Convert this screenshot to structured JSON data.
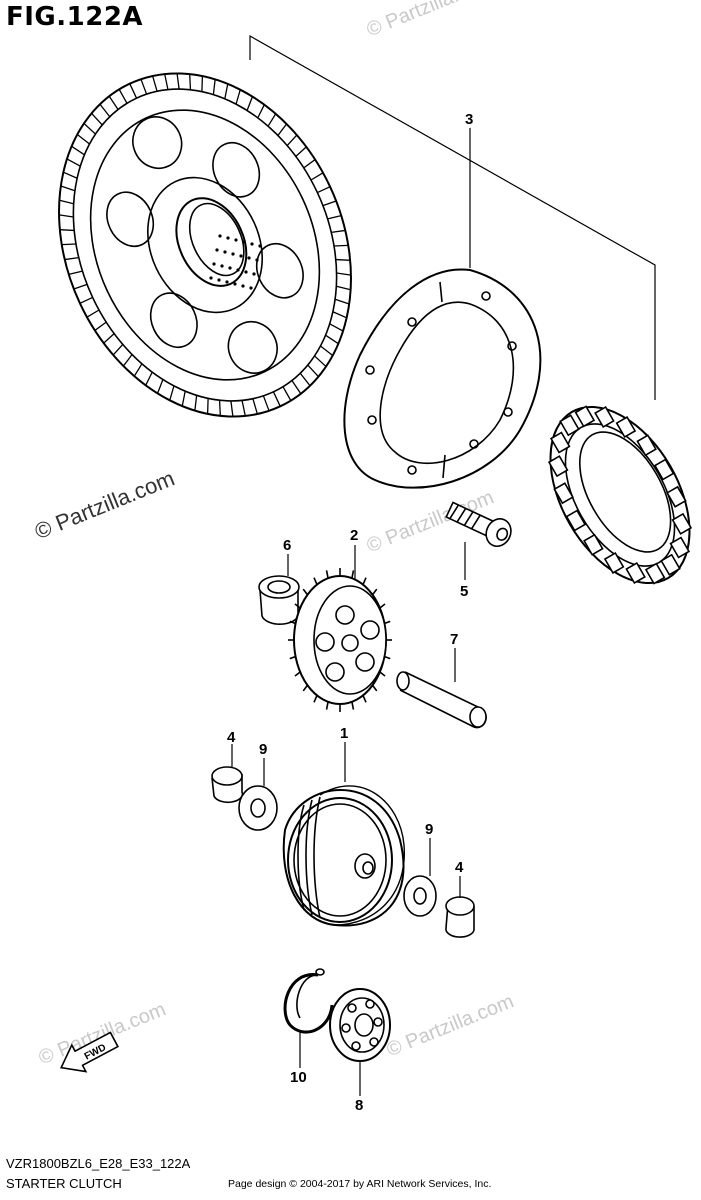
{
  "figure": {
    "title": "FIG.122A",
    "model_code": "VZR1800BZL6_E28_E33_122A",
    "section_name": "STARTER CLUTCH",
    "copyright": "Page design © 2004-2017 by ARI Network Services, Inc."
  },
  "watermarks": {
    "main": "© Partzilla.com",
    "faint": "© Partzilla.com"
  },
  "fwd_label": "FWD",
  "callouts": [
    "3",
    "6",
    "2",
    "5",
    "7",
    "1",
    "4",
    "9",
    "9",
    "4",
    "10",
    "8"
  ]
}
